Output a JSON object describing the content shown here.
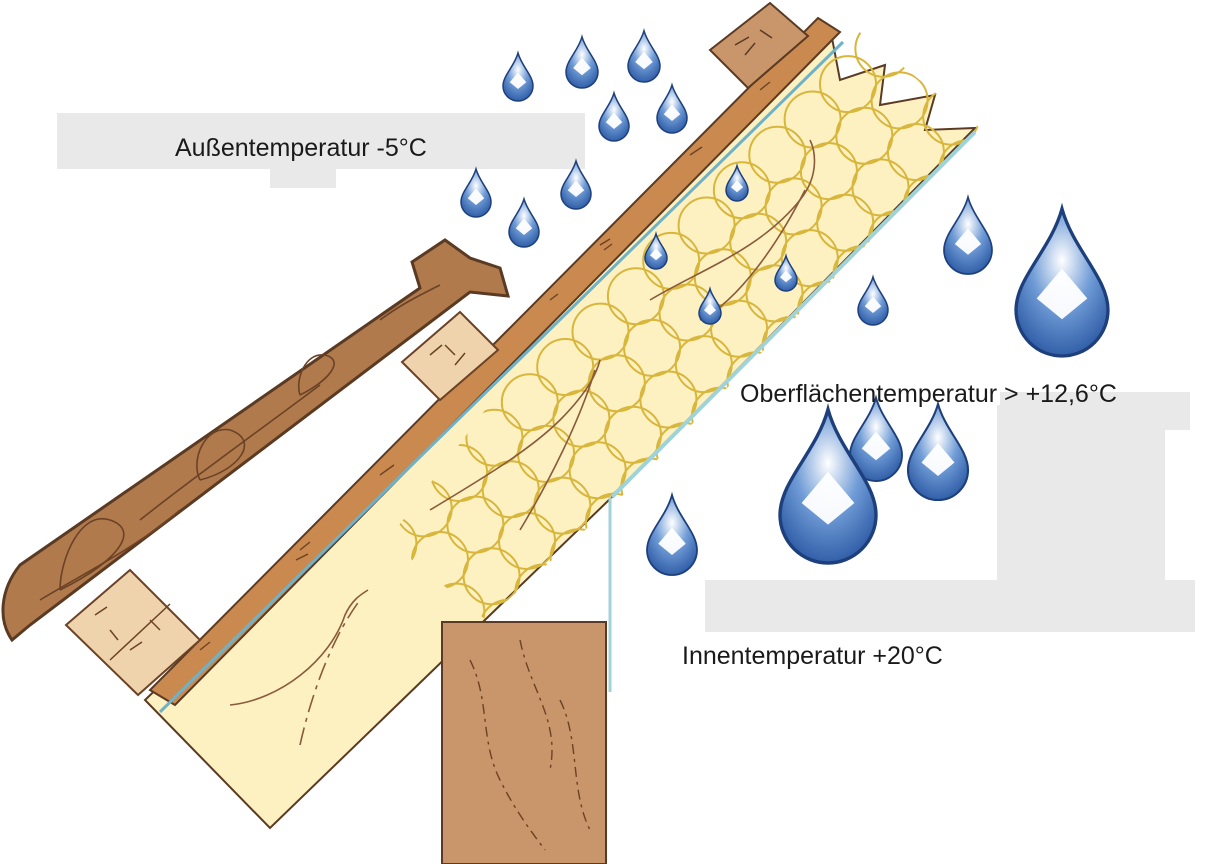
{
  "labels": {
    "outside": "Außentemperatur  -5°C",
    "surface": "Oberflächentemperatur > +12,6°C",
    "inside": "Innentemperatur +20°C"
  },
  "colors": {
    "wood": "#b07a4c",
    "wood_dark": "#6b4226",
    "batten": "#efd3ad",
    "insulation": "#fdf1c2",
    "insulation_line": "#d8b63c",
    "membrane": "#9fd3d8",
    "drop_blue": "#2a5aa6",
    "label_bg": "#e9e9e9"
  },
  "icons": {
    "drop": "water-drop-icon"
  }
}
